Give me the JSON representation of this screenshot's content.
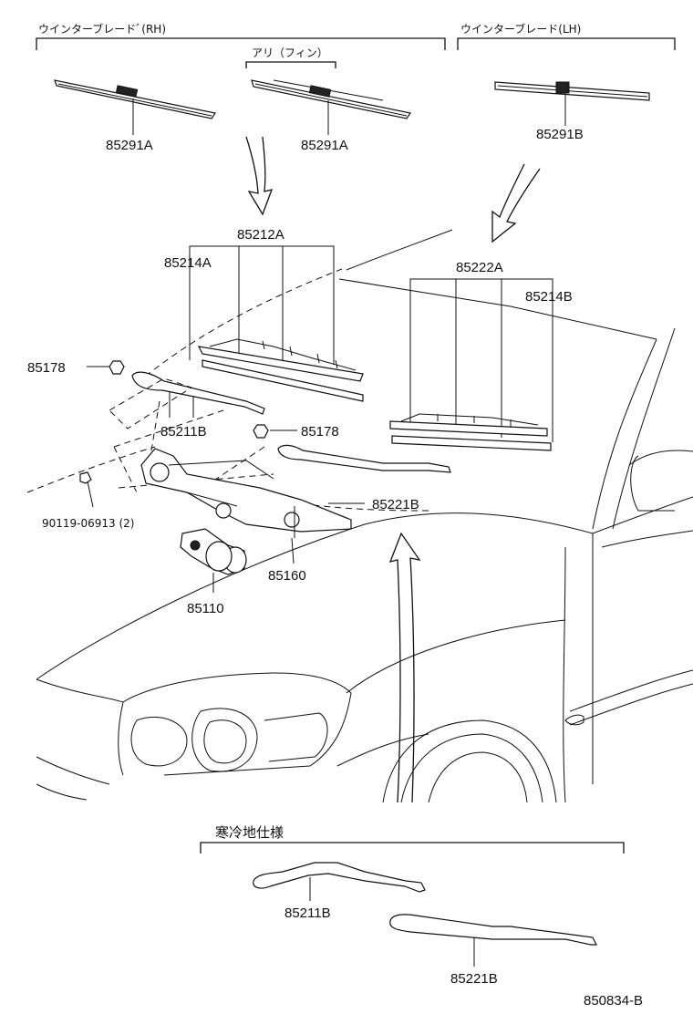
{
  "diagram": {
    "group_rh_title": "ウインターブレードﾞ(RH)",
    "group_fin_title": "アリ（フィン）",
    "group_lh_title": "ウインターブレード(LH)",
    "cold_spec_title": "寒冷地仕様",
    "figure_code": "850834-B",
    "part_labels": {
      "p85291A_a": "85291A",
      "p85291A_b": "85291A",
      "p85291B": "85291B",
      "p85212A": "85212A",
      "p85214A": "85214A",
      "p85222A": "85222A",
      "p85214B": "85214B",
      "p85178_a": "85178",
      "p85178_b": "85178",
      "p85211B_a": "85211B",
      "p85221B_a": "85221B",
      "p90119": "90119-06913 (2)",
      "p85160": "85160",
      "p85110": "85110",
      "p85211B_b": "85211B",
      "p85221B_b": "85221B"
    }
  }
}
